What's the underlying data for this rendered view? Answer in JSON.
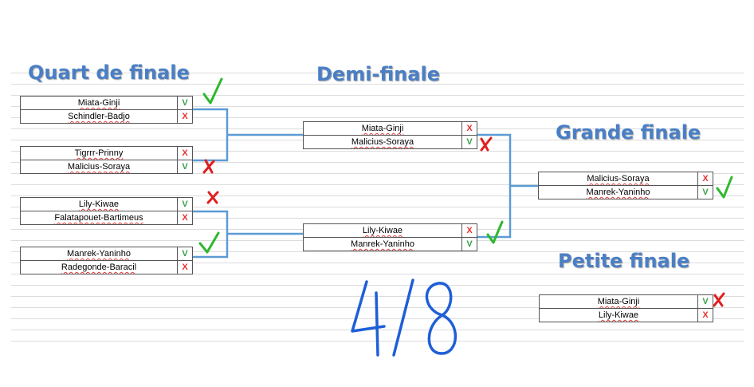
{
  "colors": {
    "heading": "#4a7fc6",
    "bracket_line": "#5b9bd5",
    "win_mark": "#39a04a",
    "lose_mark": "#e53030",
    "pen_check": "#2db82d",
    "pen_cross": "#e01e1e",
    "pen_blue": "#1f5fd6"
  },
  "headings": {
    "quarter": "Quart de finale",
    "semi": "Demi-finale",
    "final": "Grande finale",
    "third": "Petite finale"
  },
  "quarter_finals": [
    {
      "teams": [
        {
          "name": "Miata-Ginji",
          "result": "V"
        },
        {
          "name": "Schindler-Badjo",
          "result": "X"
        }
      ]
    },
    {
      "teams": [
        {
          "name": "Tigrrr-Prinny",
          "result": "X"
        },
        {
          "name": "Malicius-Soraya",
          "result": "V"
        }
      ]
    },
    {
      "teams": [
        {
          "name": "Lily-Kiwae",
          "result": "V"
        },
        {
          "name": "Falatapouet-Bartimeus",
          "result": "X"
        }
      ]
    },
    {
      "teams": [
        {
          "name": "Manrek-Yaninho",
          "result": "V"
        },
        {
          "name": "Radegonde-Baracil",
          "result": "X"
        }
      ]
    }
  ],
  "semi_finals": [
    {
      "teams": [
        {
          "name": "Miata-Ginji",
          "result": "X"
        },
        {
          "name": "Malicius-Soraya",
          "result": "V"
        }
      ]
    },
    {
      "teams": [
        {
          "name": "Lily-Kiwae",
          "result": "X"
        },
        {
          "name": "Manrek-Yaninho",
          "result": "V"
        }
      ]
    }
  ],
  "final": {
    "teams": [
      {
        "name": "Malicius-Soraya",
        "result": "X"
      },
      {
        "name": "Manrek-Yaninho",
        "result": "V"
      }
    ]
  },
  "third_place": {
    "teams": [
      {
        "name": "Miata-Ginji",
        "result": "V"
      },
      {
        "name": "Lily-Kiwae",
        "result": "X"
      }
    ]
  },
  "annotation": {
    "score": "4/8"
  },
  "pen_marks": [
    "check-mark-icon",
    "cross-mark-icon"
  ]
}
